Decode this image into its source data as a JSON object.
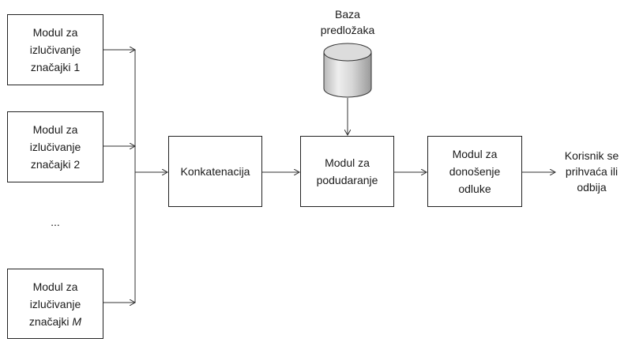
{
  "modules": [
    {
      "line1": "Modul za",
      "line2": "izlučivanje",
      "line3_prefix": "značajki ",
      "line3_suffix": "1"
    },
    {
      "line1": "Modul za",
      "line2": "izlučivanje",
      "line3_prefix": "značajki ",
      "line3_suffix": "2"
    },
    {
      "line1": "Modul za",
      "line2": "izlučivanje",
      "line3_prefix": "značajki ",
      "line3_suffix": "M"
    }
  ],
  "ellipsis": "...",
  "concatenation": "Konkatenacija",
  "database": "Baza\npredložaka",
  "matching": "Modul za\npodudaranje",
  "decision": "Modul za\ndonošenje\nodluke",
  "output": "Korisnik se\nprihvaća ili\nodbija"
}
